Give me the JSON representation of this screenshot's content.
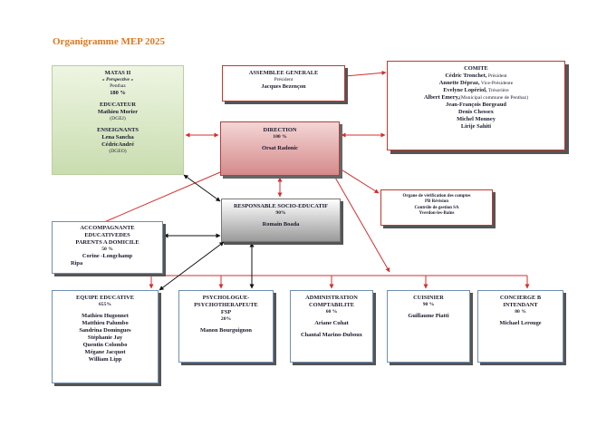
{
  "title": "Organigramme MEP 2025",
  "matas": {
    "name": "MATAS II",
    "subtitle": "« Perspective »",
    "place": "Penthaz",
    "percent": "180 %",
    "educ_label": "EDUCATEUR",
    "educ_name": "Mathieu Morier",
    "educ_org": "(DGEJ)",
    "ens_label": "ENSEIGNANTS",
    "ens_name1": "Lena Sancha",
    "ens_name2": "CédricAndré",
    "ens_org": "(DGEO)"
  },
  "assemblee": {
    "title": "ASSEMBLEE GENERALE",
    "role": "Président",
    "name": "Jacques Bezençon"
  },
  "comite": {
    "title": "COMITE",
    "members": [
      {
        "name": "Cédric Tronchet,",
        "role": " Président"
      },
      {
        "name": "Annette Dépraz,",
        "role": " Vice-Présidente"
      },
      {
        "name": "Evelyne Lopériol,",
        "role": "  Trésorière"
      },
      {
        "name": "Albert Emery,",
        "role": "(Municipal commune de Penthaz)"
      },
      {
        "name": "Jean-François Borgeaud",
        "role": ""
      },
      {
        "name": "Denis Chessex",
        "role": ""
      },
      {
        "name": "Michel Monney",
        "role": ""
      },
      {
        "name": "Lirije Sahiti",
        "role": ""
      }
    ]
  },
  "direction": {
    "title": "DIRECTION",
    "percent": "100 %",
    "name": "Orsat Radonic"
  },
  "organe": {
    "line1": "Organe de vérification des comptes",
    "line2": "PB Révision",
    "line3": "Contrôle de gestion SA",
    "line4": "Yverdon-les-Bains"
  },
  "responsable": {
    "title": "RESPONSABLE SOCIO-EDUCATIF",
    "percent": "90%",
    "name": "Romain Boada"
  },
  "accomp": {
    "line1": "ACCOMPAGNANTE",
    "line2": "EDUCATIVEDES",
    "line3": "PARENTS A DOMICILE",
    "percent": "50 %",
    "name1": "Corine    -Longchamp",
    "name2": "Ripa"
  },
  "equipe": {
    "title": "EQUIPE EDUCATIVE",
    "percent": "655%",
    "members": [
      "Mathieu Hugonnet",
      "Matthieu Palumbo",
      "Sandrina Domingues",
      "Stéphanie Jay",
      "Quentin Colombo",
      "Mégane Jacquot",
      "William Lipp"
    ]
  },
  "psy": {
    "line1": "PSYCHOLOGUE-",
    "line2": "PSYCHOTHERAPEUTE",
    "line3": "FSP",
    "percent": "20%",
    "name": "Manon Bourguignon"
  },
  "admin": {
    "line1": "ADMINISTRATION",
    "line2": "COMPTABILITE",
    "percent": "60 %",
    "name1": "Ariane Cuhat",
    "name2": "Chantal Marino-Duboux"
  },
  "cuisinier": {
    "title": "CUISINIER",
    "percent": "90 %",
    "name": "Guillaume Piatti"
  },
  "concierge": {
    "line1": "CONCIERGE B",
    "line2": "INTENDANT",
    "percent": "80 %",
    "name": "Michael Lerouge"
  },
  "colors": {
    "title": "#e07820",
    "connector_red": "#d32f2f",
    "connector_black": "#111111",
    "matas_fill": "#c9ddb0",
    "direction_fill": "#d58a8a",
    "box_border": "#6f8fb5"
  }
}
